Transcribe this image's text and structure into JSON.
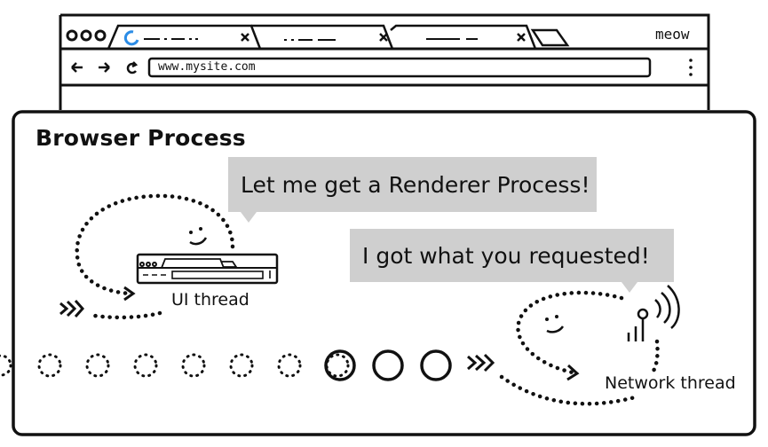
{
  "browser": {
    "window_title": "meow",
    "tabs": [
      {
        "label": "— · — · ·",
        "close": "×",
        "active": true
      },
      {
        "label": "· · — —",
        "close": "×",
        "active": false
      },
      {
        "label": "— — —",
        "close": "×",
        "active": false
      }
    ],
    "nav": {
      "back": "←",
      "forward": "→",
      "reload": "↻",
      "menu": "⋮"
    },
    "address_bar": {
      "value": "www.mysite.com"
    }
  },
  "diagram": {
    "title": "Browser Process",
    "bubbles": {
      "ui_request": "Let me get a Renderer Process!",
      "network_reply": "I got what you requested!"
    },
    "threads": {
      "ui": "UI thread",
      "network": "Network thread"
    },
    "process_pool": {
      "dotted_circles": 7,
      "solid_circles": 3
    }
  }
}
